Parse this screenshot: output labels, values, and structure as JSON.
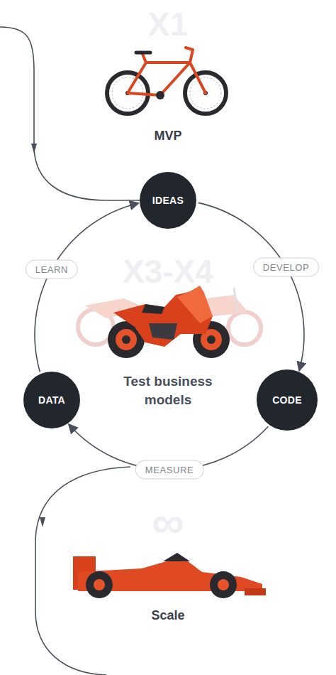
{
  "diagram": {
    "nodes": [
      {
        "text": [
          "IDEAS"
        ]
      },
      {
        "text": [
          "CODE"
        ]
      },
      {
        "text": [
          "DATA"
        ]
      }
    ],
    "edges": [
      {
        "from": 0,
        "to": 1,
        "label": "DEVELOP",
        "arrow": "to"
      },
      {
        "from": 1,
        "to": 2,
        "label": "MEASURE",
        "arrow": "to"
      },
      {
        "from": 2,
        "to": 0,
        "label": "LEARN",
        "arrow": "to"
      }
    ],
    "labels": [
      "X1",
      "MVP",
      "X3-X4",
      "Test business models",
      "∞",
      "Scale"
    ]
  }
}
